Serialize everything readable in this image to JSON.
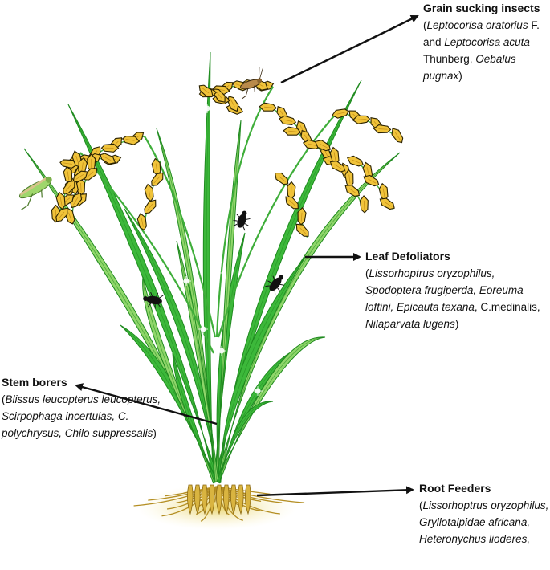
{
  "labels": {
    "grain": {
      "title": "Grain sucking insects",
      "body": [
        {
          "t": "(",
          "i": false
        },
        {
          "t": "Leptocorisa oratorius",
          "i": true
        },
        {
          "t": " F. and ",
          "i": false
        },
        {
          "t": "Leptocorisa acuta",
          "i": true
        },
        {
          "t": " Thunberg, ",
          "i": false
        },
        {
          "t": "Oebalus pugnax",
          "i": true
        },
        {
          "t": ")",
          "i": false
        }
      ]
    },
    "leaf": {
      "title": "Leaf Defoliators",
      "body": [
        {
          "t": "(",
          "i": false
        },
        {
          "t": "Lissorhoptrus oryzophilus, Spodoptera frugiperda, Eoreuma loftini, Epicauta texana",
          "i": true
        },
        {
          "t": ", C.medinalis, ",
          "i": false
        },
        {
          "t": "Nilaparvata lugens",
          "i": true
        },
        {
          "t": ")",
          "i": false
        }
      ]
    },
    "stem": {
      "title": "Stem borers",
      "body": [
        {
          "t": "(",
          "i": false
        },
        {
          "t": "Blissus leucopterus leucopterus, Scirpophaga incertulas, C. polychrysus, Chilo suppressalis",
          "i": true
        },
        {
          "t": ")",
          "i": false
        }
      ]
    },
    "root": {
      "title": "Root Feeders",
      "body": [
        {
          "t": "(",
          "i": false
        },
        {
          "t": "Lissorhoptrus oryzophilus, Gryllotalpidae africana, Heteronychus lioderes,",
          "i": true
        }
      ]
    }
  },
  "colors": {
    "leaf_dark": "#1f8a1f",
    "leaf_mid": "#3cb83a",
    "leaf_light": "#8fd66a",
    "grain_fill": "#f0c33a",
    "grain_edge": "#2b2200",
    "root": "#d9b440",
    "soil": "#efe29a",
    "arrow": "#111111",
    "insect": "#111111"
  },
  "icons": [
    "rice-plant",
    "grasshopper-insect",
    "beetle-insect",
    "arrow-icon"
  ]
}
